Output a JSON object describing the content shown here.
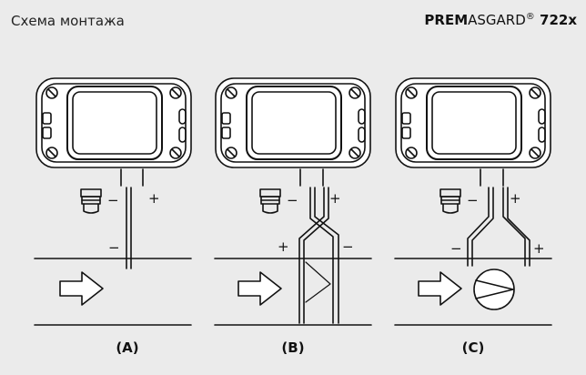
{
  "header": {
    "title": "Схема монтажа",
    "brand_bold_1": "PREM",
    "brand_regular": "ASGARD",
    "brand_reg_mark": "®",
    "brand_bold_2": " 722x"
  },
  "panels": [
    {
      "label": "(A)",
      "box_minus": "−",
      "box_plus": "+",
      "duct_minus": "−"
    },
    {
      "label": "(B)",
      "box_minus": "−",
      "box_plus": "+",
      "duct_plus": "+",
      "duct_minus": "−"
    },
    {
      "label": "(C)",
      "box_minus": "−",
      "box_plus": "+",
      "duct_minus": "−",
      "duct_plus": "+"
    }
  ],
  "colors": {
    "background": "#ebebeb",
    "line": "#111111",
    "device_fill": "#ffffff"
  },
  "icons": [
    "device-housing",
    "cable-gland",
    "airflow-arrow",
    "fan-symbol",
    "duct-filter"
  ]
}
